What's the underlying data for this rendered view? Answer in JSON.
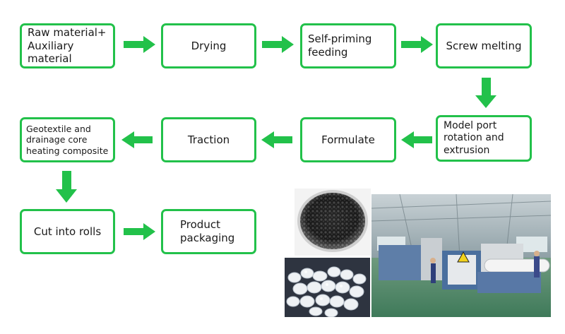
{
  "colors": {
    "accent": "#22c14a",
    "text": "#1a1a1a"
  },
  "steps": [
    {
      "id": "raw",
      "label": "Raw material+\nAuxiliary material"
    },
    {
      "id": "drying",
      "label": "Drying"
    },
    {
      "id": "feeding",
      "label": "Self-priming\nfeeding"
    },
    {
      "id": "melting",
      "label": "Screw melting"
    },
    {
      "id": "extrusion",
      "label": "Model port\nrotation and\nextrusion"
    },
    {
      "id": "formulate",
      "label": "Formulate"
    },
    {
      "id": "traction",
      "label": "Traction"
    },
    {
      "id": "composite",
      "label": "Geotextile and\ndrainage core\nheating composite"
    },
    {
      "id": "cut",
      "label": "Cut into rolls"
    },
    {
      "id": "packaging",
      "label": "Product\npackaging"
    }
  ],
  "images": [
    {
      "name": "black-pellets-photo",
      "subject": "black plastic granules in a dish"
    },
    {
      "name": "white-pellets-photo",
      "subject": "white translucent plastic pellets"
    },
    {
      "name": "factory-photo",
      "subject": "geotextile production line in factory"
    }
  ]
}
